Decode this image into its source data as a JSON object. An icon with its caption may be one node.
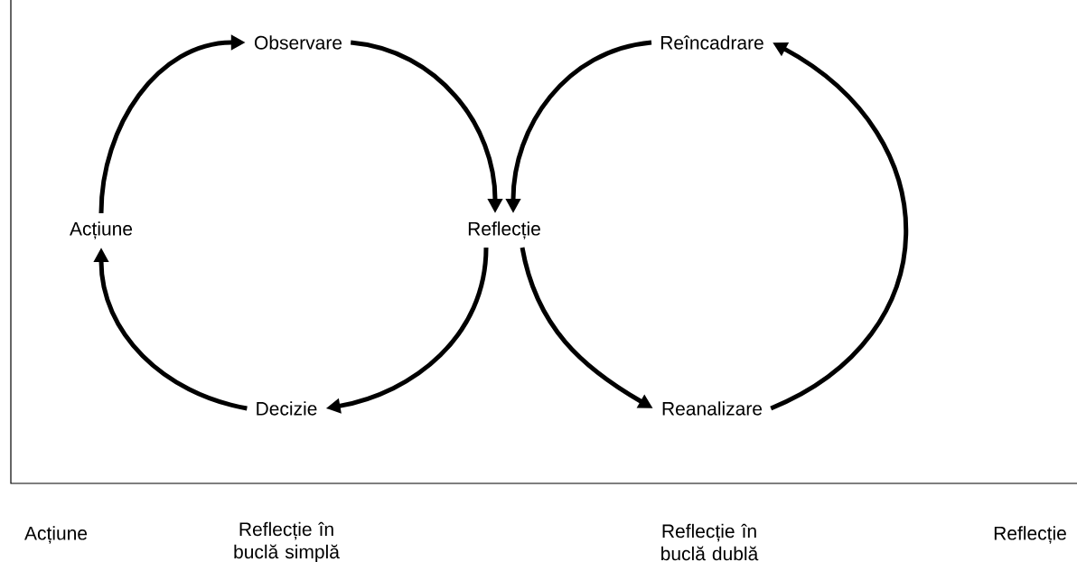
{
  "diagram": {
    "nodes": [
      {
        "text": [
          "Observare"
        ]
      },
      {
        "text": [
          "Reîncadrare"
        ]
      },
      {
        "text": [
          "Acțiune"
        ]
      },
      {
        "text": [
          "Reflecție"
        ]
      },
      {
        "text": [
          "Decizie"
        ]
      },
      {
        "text": [
          "Reanalizare"
        ]
      }
    ],
    "edges": [
      {
        "from": 2,
        "to": 0,
        "arrow": "to"
      },
      {
        "from": 0,
        "to": 3,
        "arrow": "to"
      },
      {
        "from": 1,
        "to": 3,
        "arrow": "to"
      },
      {
        "from": 3,
        "to": 4,
        "arrow": "to"
      },
      {
        "from": 4,
        "to": 2,
        "arrow": "to"
      },
      {
        "from": 3,
        "to": 5,
        "arrow": "to"
      },
      {
        "from": 5,
        "to": 1,
        "arrow": "to"
      }
    ],
    "labels": [
      "Acțiune",
      "Reflecție în buclă simplă",
      "Reflecție în buclă dublă",
      "Reflecție"
    ]
  }
}
